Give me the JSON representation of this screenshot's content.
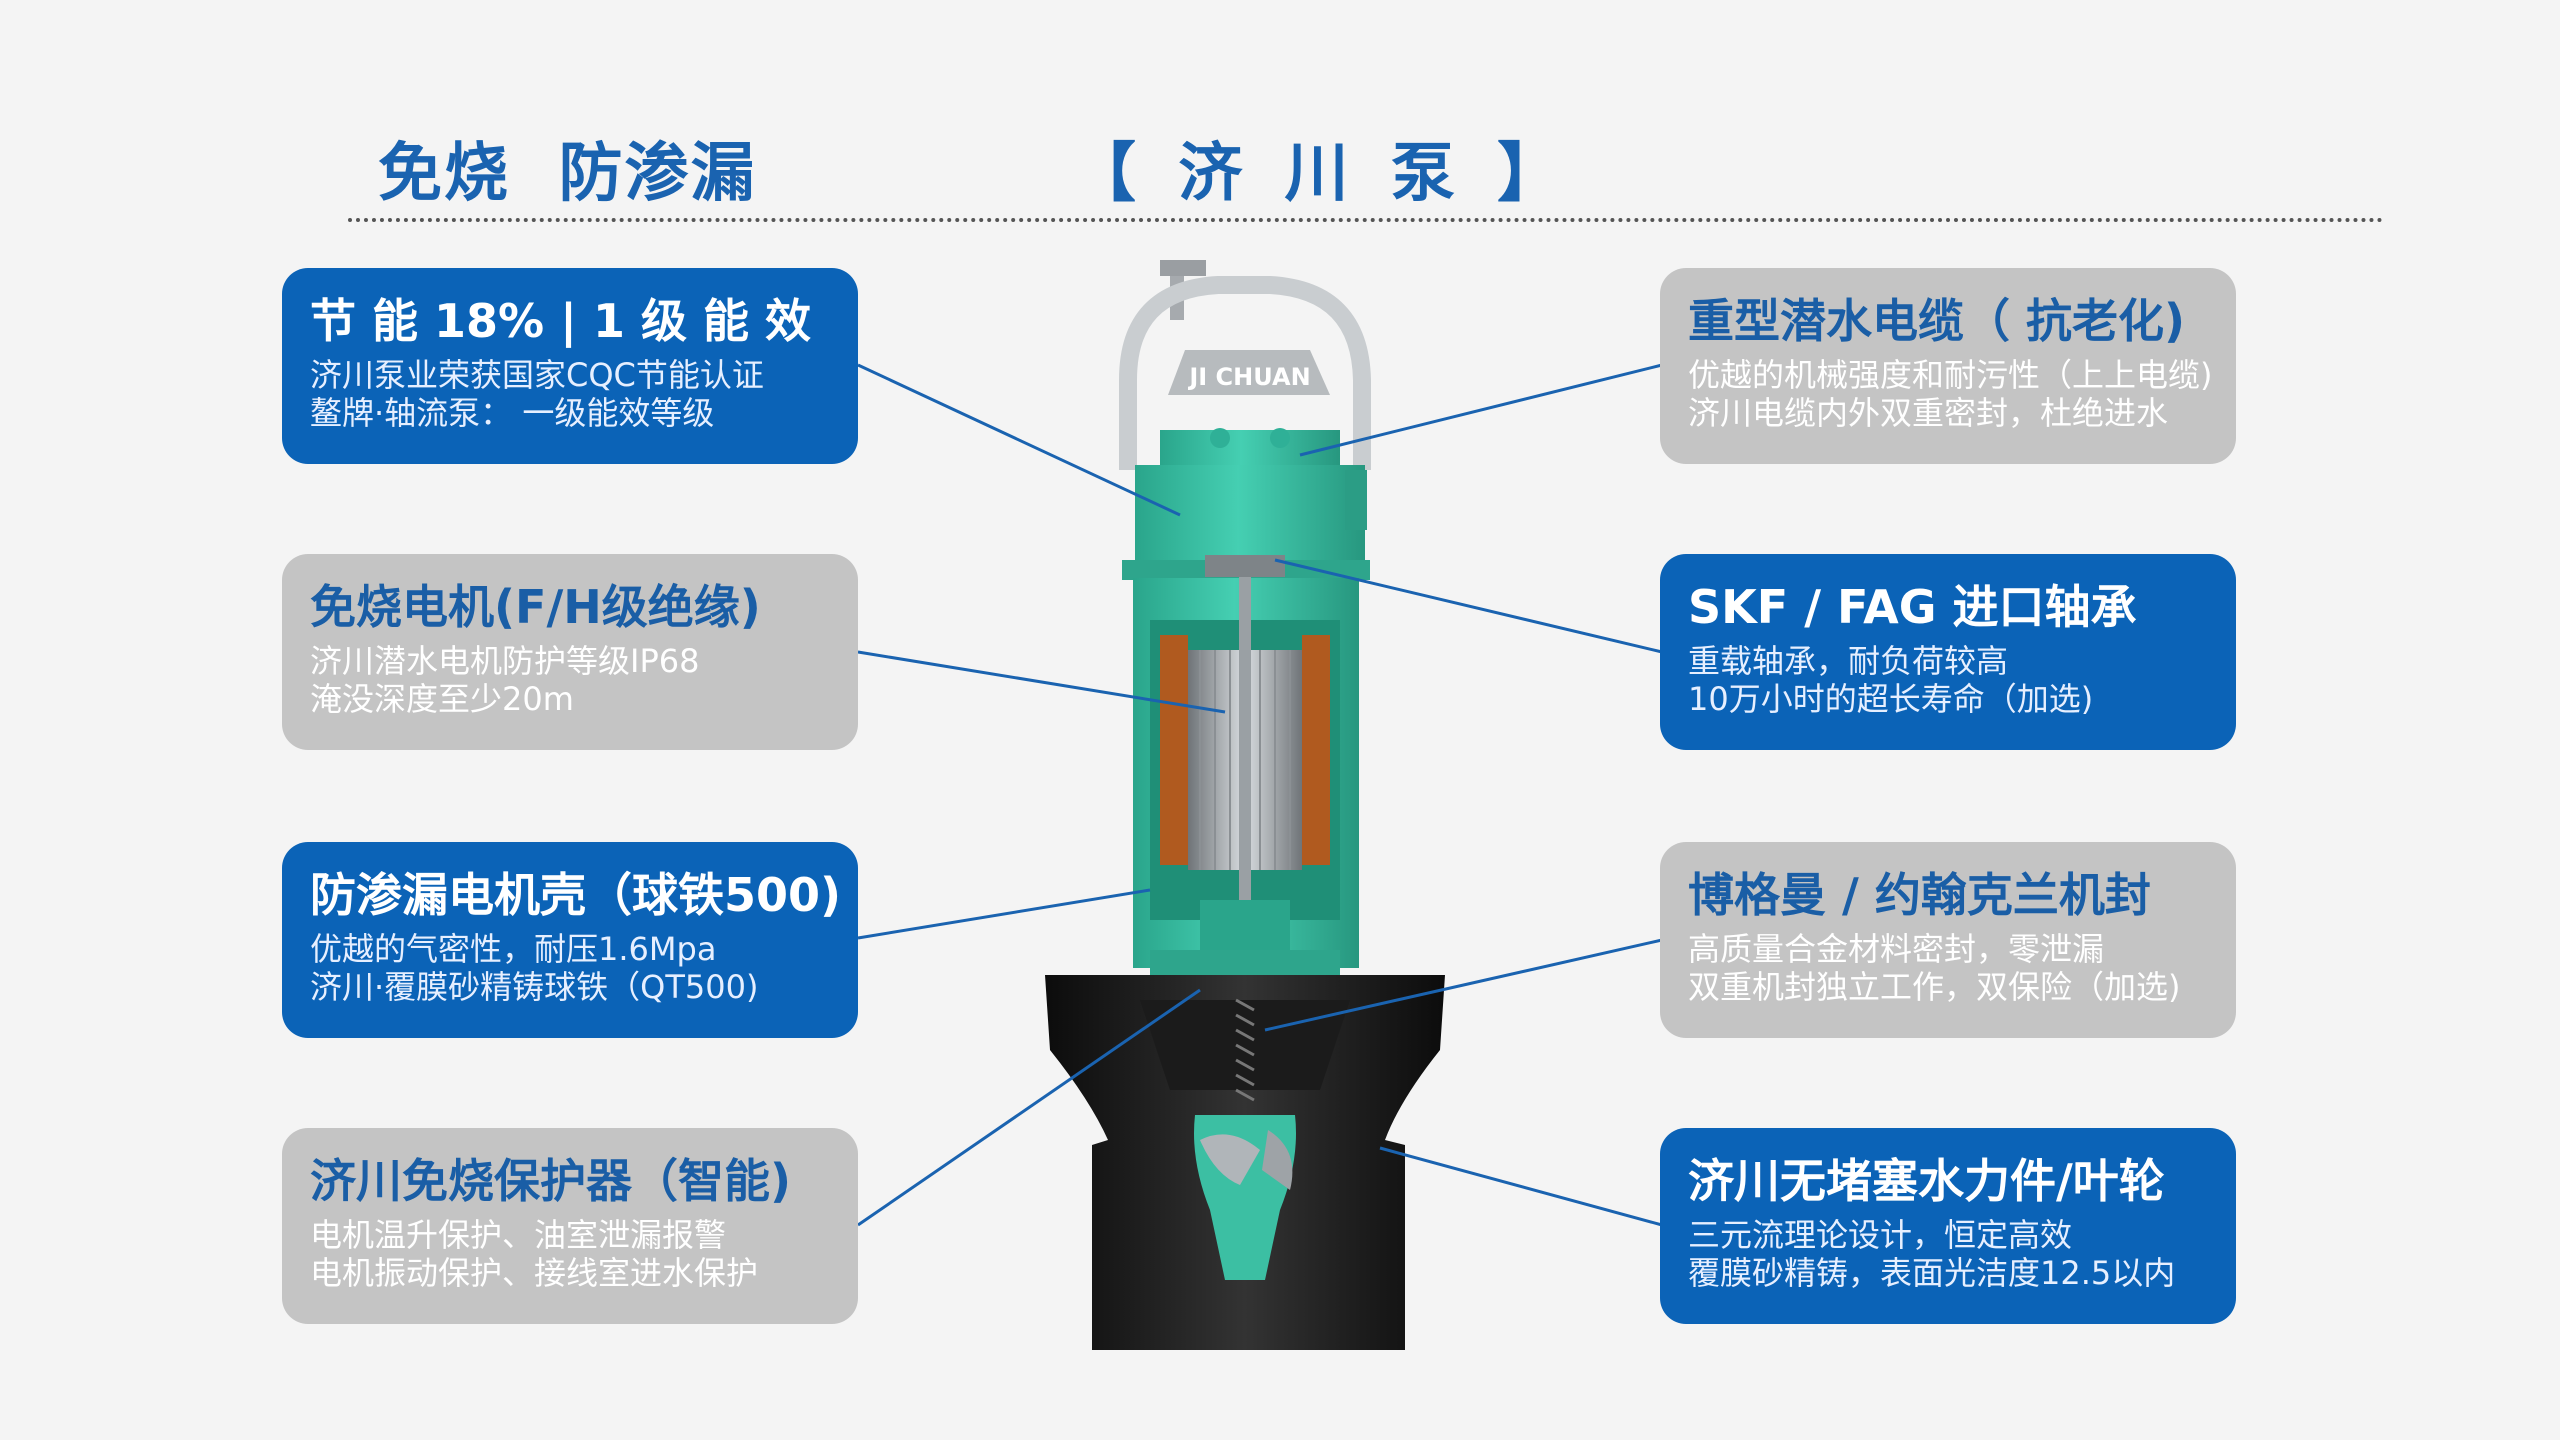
{
  "header": {
    "title": "免烧  防渗漏",
    "brand": "【 济 川 泵 】"
  },
  "pump": {
    "logo_text": "JI CHUAN"
  },
  "cards": {
    "left": [
      {
        "title": "节 能 18% |  1 级 能 效",
        "line1": "济川泵业荣获国家CQC节能认证",
        "line2": "鳌牌·轴流泵： 一级能效等级",
        "style": "blue"
      },
      {
        "title": "免烧电机(F/H级绝缘)",
        "line1": "济川潜水电机防护等级IP68",
        "line2": "淹没深度至少20m",
        "style": "gray"
      },
      {
        "title": "防渗漏电机壳（球铁500)",
        "line1": "优越的气密性，耐压1.6Mpa",
        "line2": "济川·覆膜砂精铸球铁（QT500)",
        "style": "blue"
      },
      {
        "title": "济川免烧保护器（智能)",
        "line1": "电机温升保护、油室泄漏报警",
        "line2": "电机振动保护、接线室进水保护",
        "style": "gray"
      }
    ],
    "right": [
      {
        "title": "重型潜水电缆（ 抗老化)",
        "line1": "优越的机械强度和耐污性（上上电缆)",
        "line2": "济川电缆内外双重密封，杜绝进水",
        "style": "gray"
      },
      {
        "title": "SKF / FAG 进口轴承",
        "line1": "重载轴承，耐负荷较高",
        "line2": "10万小时的超长寿命（加选)",
        "style": "blue"
      },
      {
        "title": "博格曼 / 约翰克兰机封",
        "line1": "高质量合金材料密封，零泄漏",
        "line2": "双重机封独立工作，双保险（加选)",
        "style": "gray"
      },
      {
        "title": "济川无堵塞水力件/叶轮",
        "line1": "三元流理论设计，恒定高效",
        "line2": "覆膜砂精铸，表面光洁度12.5以内",
        "style": "blue"
      }
    ]
  },
  "colors": {
    "brand_blue": "#0b63b7",
    "title_blue": "#1a63b0",
    "card_gray": "#c4c4c4",
    "pump_teal": "#3cbfa3",
    "leader_line": "#1a63b0"
  }
}
